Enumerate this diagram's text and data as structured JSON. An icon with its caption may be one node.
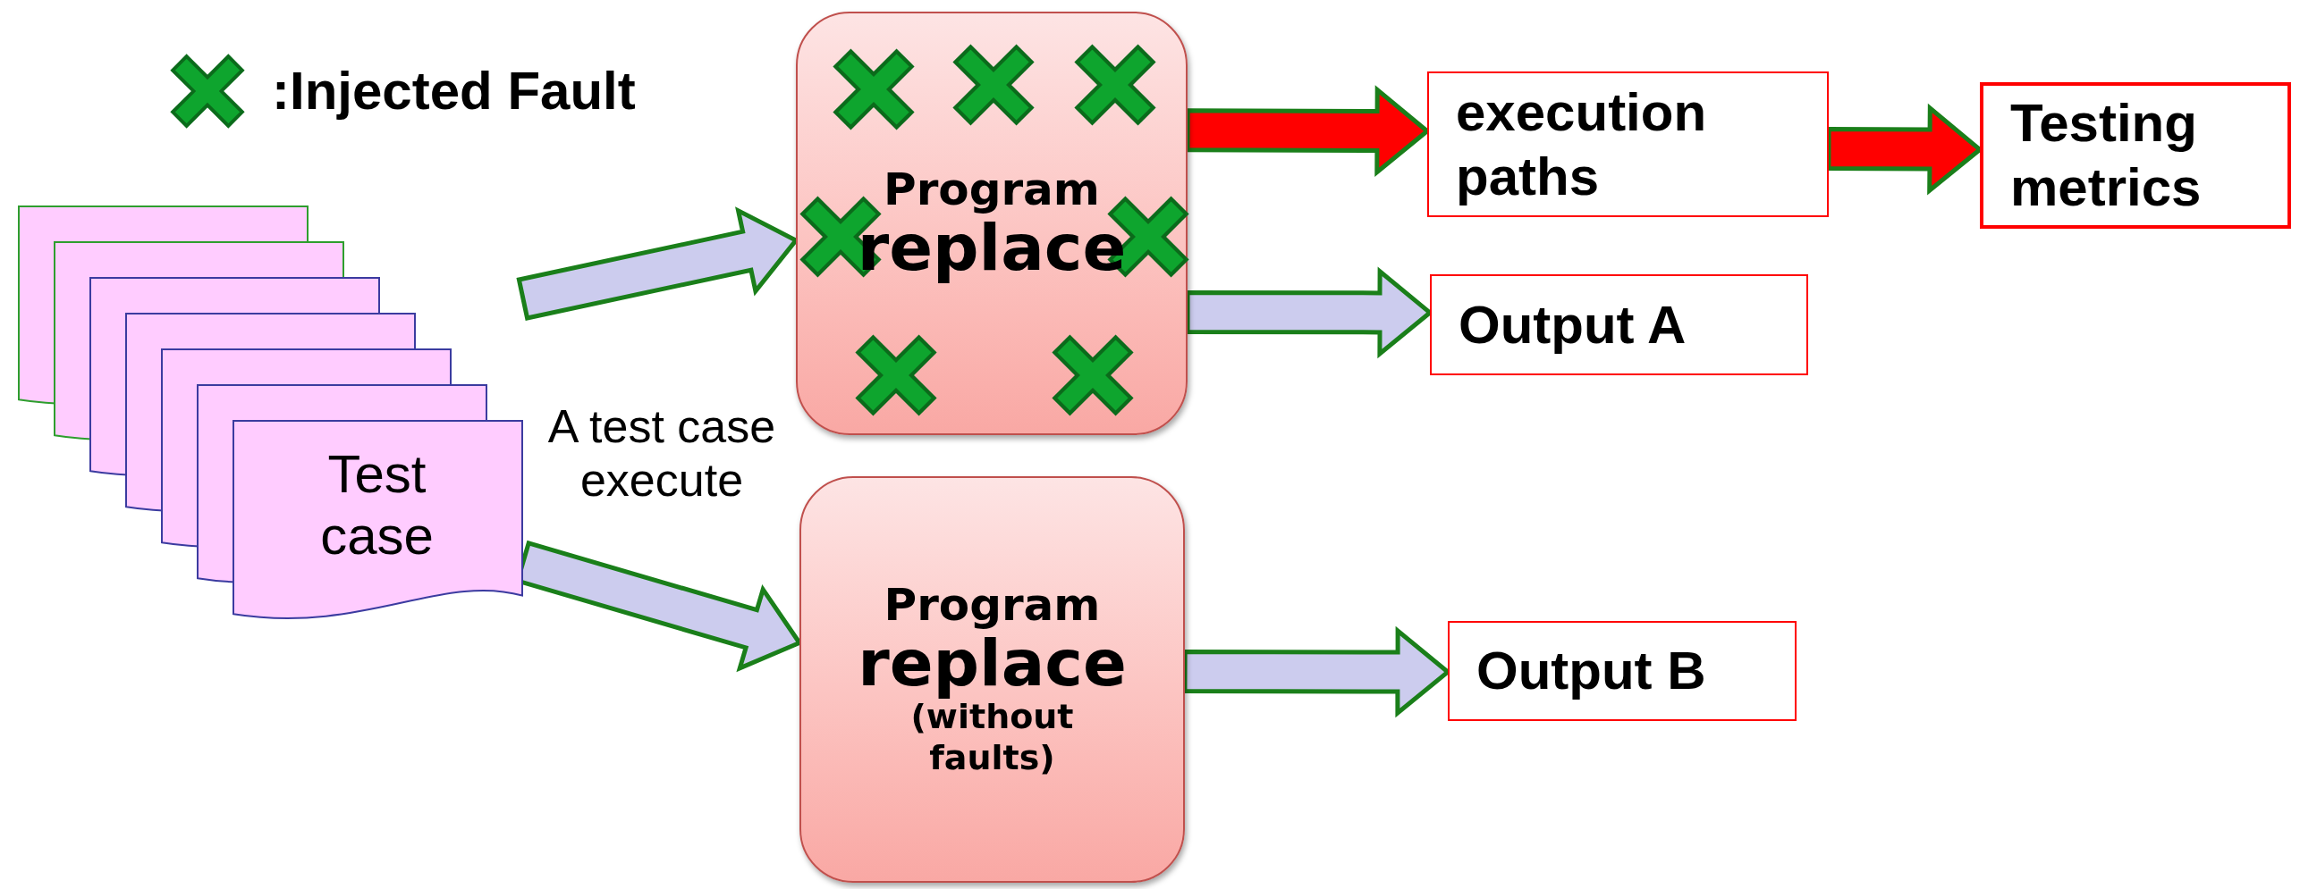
{
  "diagram": {
    "nodes": [
      {
        "text": [
          "Test case"
        ]
      },
      {
        "text": [
          "Program",
          "replace"
        ]
      },
      {
        "text": [
          "execution paths"
        ]
      },
      {
        "text": [
          "Testing metrics"
        ]
      },
      {
        "text": [
          "Output A"
        ]
      },
      {
        "text": [
          "Program",
          "replace",
          "(without faults)"
        ]
      },
      {
        "text": [
          "Output B"
        ]
      }
    ],
    "edges": [
      {
        "from": 0,
        "to": 1,
        "arrow": "to"
      },
      {
        "from": 0,
        "to": 5,
        "arrow": "to"
      },
      {
        "from": 1,
        "to": 2,
        "arrow": "to",
        "color": "#ff0000"
      },
      {
        "from": 2,
        "to": 3,
        "arrow": "to",
        "color": "#ff0000"
      },
      {
        "from": 1,
        "to": 4,
        "arrow": "to"
      },
      {
        "from": 5,
        "to": 6,
        "arrow": "to"
      }
    ],
    "labels": [
      "A test case execute"
    ],
    "legend": [
      {
        "text": ":Injected Fault"
      }
    ]
  }
}
